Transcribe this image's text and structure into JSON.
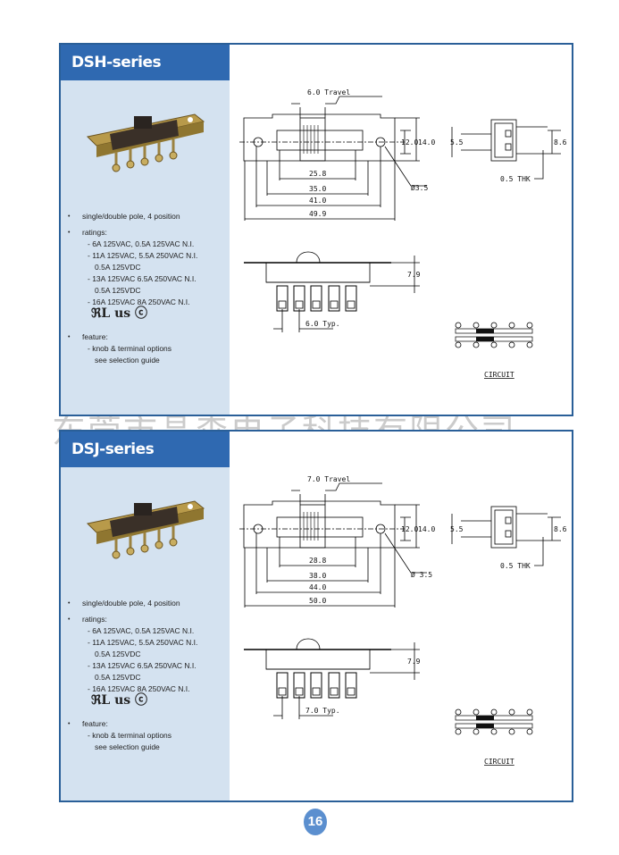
{
  "watermark": "东莞市晶森电子科技有限公司",
  "page_number": "16",
  "panels": [
    {
      "title": "DSH-series",
      "features": {
        "pole": "single/double pole, 4 position",
        "ratings_label": "ratings:",
        "ratings": [
          "- 6A 125VAC, 0.5A 125VAC N.I.",
          "- 11A 125VAC, 5.5A 250VAC N.I.",
          "0.5A 125VDC",
          "- 13A 125VAC 6.5A 250VAC N.I.",
          "0.5A 125VDC",
          "- 16A 125VAC 8A 250VAC N.I."
        ],
        "cert_marks": "ℜL us ⓒ",
        "feature_label": "feature:",
        "feature_lines": [
          "- knob & terminal options",
          "see selection guide"
        ]
      },
      "dims": {
        "travel": "6.0 Travel",
        "d1": "25.8",
        "d2": "35.0",
        "d3": "41.0",
        "d4": "49.9",
        "h1": "12.0",
        "h2": "14.0",
        "hole": "Ø3.5",
        "side1": "5.5",
        "side2": "8.6",
        "thk": "0.5 THK",
        "height": "7.9",
        "pitch": "6.0 Typ.",
        "circuit": "CIRCUIT"
      }
    },
    {
      "title": "DSJ-series",
      "features": {
        "pole": "single/double pole, 4 position",
        "ratings_label": "ratings:",
        "ratings": [
          "- 6A 125VAC, 0.5A 125VAC N.I.",
          "- 11A 125VAC, 5.5A 250VAC N.I.",
          "0.5A 125VDC",
          "- 13A 125VAC 6.5A 250VAC N.I.",
          "0.5A 125VDC",
          "- 16A 125VAC 8A 250VAC N.I."
        ],
        "cert_marks": "ℜL us ⓒ",
        "feature_label": "feature:",
        "feature_lines": [
          "- knob & terminal options",
          "see selection guide"
        ]
      },
      "dims": {
        "travel": "7.0 Travel",
        "d1": "28.8",
        "d2": "38.0",
        "d3": "44.0",
        "d4": "50.0",
        "h1": "12.0",
        "h2": "14.0",
        "hole": "Ø 3.5",
        "side1": "5.5",
        "side2": "8.6",
        "thk": "0.5 THK",
        "height": "7.9",
        "pitch": "7.0 Typ.",
        "circuit": "CIRCUIT"
      }
    }
  ]
}
